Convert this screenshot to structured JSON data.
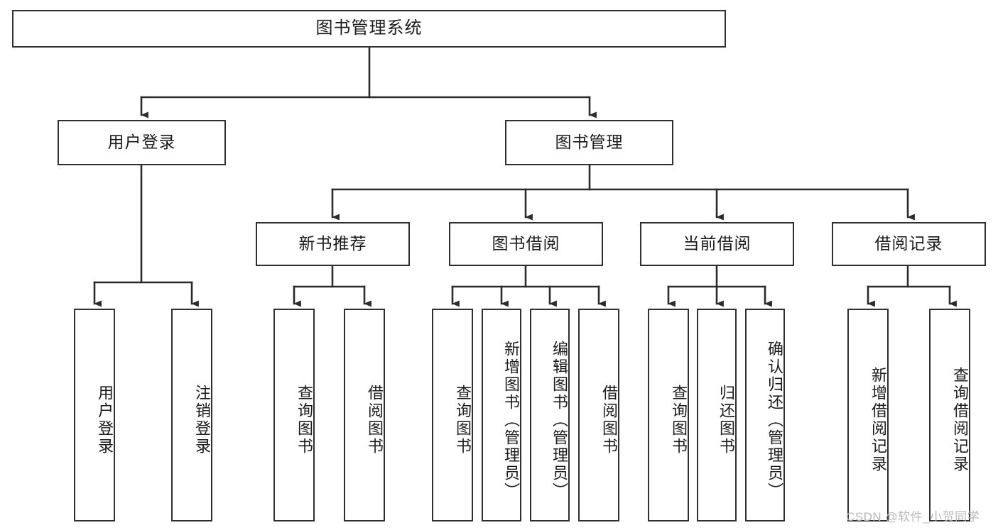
{
  "diagram": {
    "title": "图书管理系统",
    "type": "tree-hierarchy-chart",
    "watermark": "CSDN @软件_小贺同学",
    "colors": {
      "box_border": "#31302f",
      "box_fill": "#ffffff",
      "edge": "#2b2b2b",
      "text": "#1b1b1b",
      "watermark": "#b9b9b9",
      "background": "#ffffff"
    },
    "levels": {
      "level1": [
        {
          "id": "root",
          "label": "图书管理系统"
        }
      ],
      "level2": [
        {
          "id": "user-login",
          "label": "用户登录"
        },
        {
          "id": "book-manage",
          "label": "图书管理"
        }
      ],
      "level3": [
        {
          "id": "new-book-recommend",
          "label": "新书推荐"
        },
        {
          "id": "book-borrow",
          "label": "图书借阅"
        },
        {
          "id": "current-borrow",
          "label": "当前借阅"
        },
        {
          "id": "borrow-record",
          "label": "借阅记录"
        }
      ],
      "level4": [
        {
          "id": "leaf-user-login",
          "label": "用户登录"
        },
        {
          "id": "leaf-logout",
          "label": "注销登录"
        },
        {
          "id": "leaf-query-book-1",
          "label": "查询图书"
        },
        {
          "id": "leaf-borrow-book-1",
          "label": "借阅图书"
        },
        {
          "id": "leaf-query-book-2",
          "label": "查询图书"
        },
        {
          "id": "leaf-add-book",
          "label": "新增图书（管理员）"
        },
        {
          "id": "leaf-edit-book",
          "label": "编辑图书（管理员）"
        },
        {
          "id": "leaf-borrow-book-2",
          "label": "借阅图书"
        },
        {
          "id": "leaf-query-book-3",
          "label": "查询图书"
        },
        {
          "id": "leaf-return-book",
          "label": "归还图书"
        },
        {
          "id": "leaf-confirm-return",
          "label": "确认归还（管理员）"
        },
        {
          "id": "leaf-add-record",
          "label": "新增借阅记录"
        },
        {
          "id": "leaf-query-record",
          "label": "查询借阅记录"
        }
      ]
    },
    "edges": [
      {
        "from": "root",
        "to": "user-login"
      },
      {
        "from": "root",
        "to": "book-manage"
      },
      {
        "from": "user-login",
        "to": "leaf-user-login"
      },
      {
        "from": "user-login",
        "to": "leaf-logout"
      },
      {
        "from": "book-manage",
        "to": "new-book-recommend"
      },
      {
        "from": "book-manage",
        "to": "book-borrow"
      },
      {
        "from": "book-manage",
        "to": "current-borrow"
      },
      {
        "from": "book-manage",
        "to": "borrow-record"
      },
      {
        "from": "new-book-recommend",
        "to": "leaf-query-book-1"
      },
      {
        "from": "new-book-recommend",
        "to": "leaf-borrow-book-1"
      },
      {
        "from": "book-borrow",
        "to": "leaf-query-book-2"
      },
      {
        "from": "book-borrow",
        "to": "leaf-add-book"
      },
      {
        "from": "book-borrow",
        "to": "leaf-edit-book"
      },
      {
        "from": "book-borrow",
        "to": "leaf-borrow-book-2"
      },
      {
        "from": "current-borrow",
        "to": "leaf-query-book-3"
      },
      {
        "from": "current-borrow",
        "to": "leaf-return-book"
      },
      {
        "from": "current-borrow",
        "to": "leaf-confirm-return"
      },
      {
        "from": "borrow-record",
        "to": "leaf-add-record"
      },
      {
        "from": "borrow-record",
        "to": "leaf-query-record"
      }
    ]
  }
}
